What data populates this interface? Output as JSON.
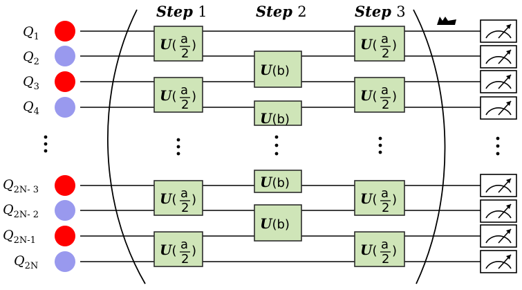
{
  "steps": [
    {
      "word": "Step",
      "num": "1"
    },
    {
      "word": "Step",
      "num": "2"
    },
    {
      "word": "Step",
      "num": "3"
    }
  ],
  "qubits": [
    {
      "base": "Q",
      "sub": "1",
      "color": "#ff0000"
    },
    {
      "base": "Q",
      "sub": "2",
      "color": "#9999ee"
    },
    {
      "base": "Q",
      "sub": "3",
      "color": "#ff0000"
    },
    {
      "base": "Q",
      "sub": "4",
      "color": "#9999ee"
    },
    {
      "base": "Q",
      "sub": "2N- 3",
      "color": "#ff0000"
    },
    {
      "base": "Q",
      "sub": "2N- 2",
      "color": "#9999ee"
    },
    {
      "base": "Q",
      "sub": "2N-1",
      "color": "#ff0000"
    },
    {
      "base": "Q",
      "sub": "2N",
      "color": "#9999ee"
    }
  ],
  "gates": {
    "ua": {
      "U": "U",
      "open": "(",
      "num": "a",
      "den": "2",
      "close": ")"
    },
    "ub": {
      "U": "U",
      "open": "(",
      "arg": "b",
      "close": ")"
    }
  },
  "colors": {
    "gate_fill": "#cfe5b8",
    "red_qubit": "#ff0000",
    "blue_qubit": "#9999ee"
  },
  "icons": {
    "meter": "measurement-meter-icon",
    "mark": "small-black-mark-icon"
  }
}
